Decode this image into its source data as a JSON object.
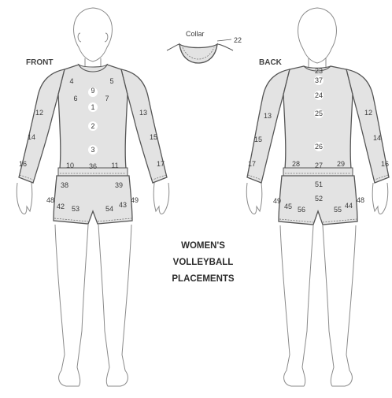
{
  "collar": {
    "label": "Collar",
    "number": "22"
  },
  "front": {
    "title": "FRONT",
    "labels": [
      "4",
      "9",
      "5",
      "6",
      "7",
      "1",
      "2",
      "3",
      "12",
      "13",
      "14",
      "15",
      "16",
      "17",
      "10",
      "36",
      "11",
      "38",
      "39",
      "48",
      "49",
      "42",
      "53",
      "54",
      "43"
    ]
  },
  "back": {
    "title": "BACK",
    "labels": [
      "23",
      "37",
      "24",
      "25",
      "26",
      "13",
      "12",
      "15",
      "14",
      "17",
      "16",
      "28",
      "27",
      "29",
      "51",
      "52",
      "49",
      "45",
      "56",
      "55",
      "44",
      "48"
    ]
  },
  "title": {
    "line1": "WOMEN'S",
    "line2": "VOLLEYBALL",
    "line3": "PLACEMENTS"
  }
}
